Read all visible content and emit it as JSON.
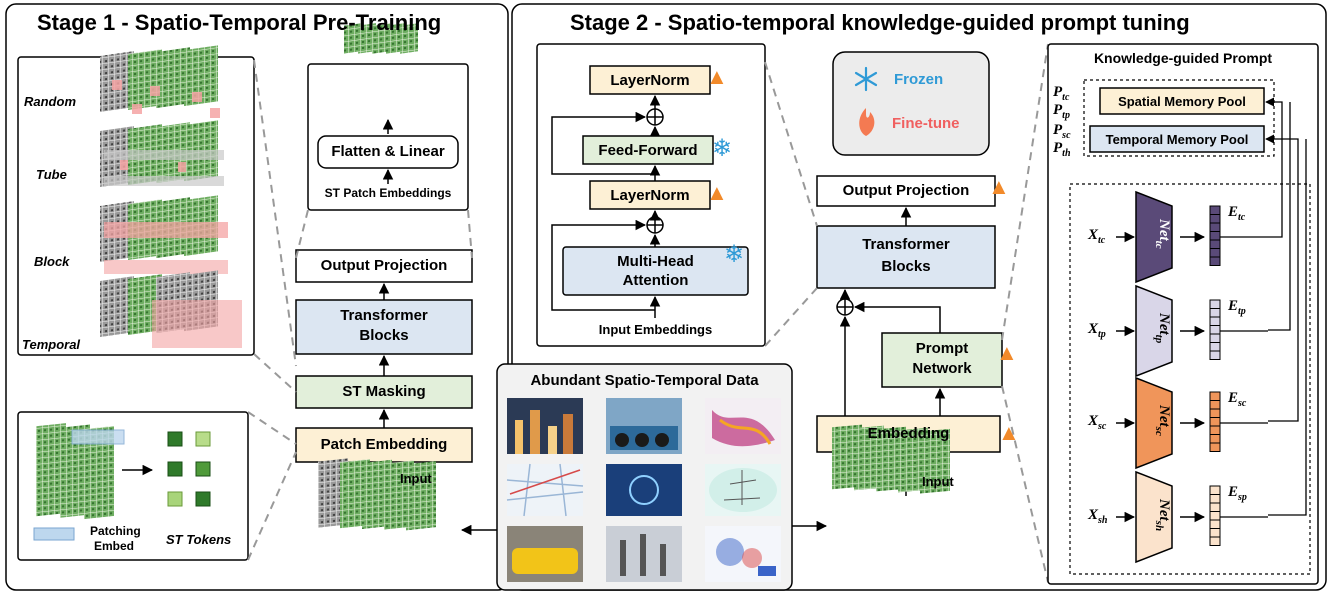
{
  "stage1": {
    "title": "Stage 1 - Spatio-Temporal Pre-Training",
    "masking_types": [
      "Random",
      "Tube",
      "Block",
      "Temporal"
    ],
    "flatten_linear": "Flatten & Linear",
    "st_patch_embeddings": "ST Patch Embeddings",
    "output_projection": "Output Projection",
    "transformer_blocks_l1": "Transformer",
    "transformer_blocks_l2": "Blocks",
    "st_masking": "ST Masking",
    "patch_embedding": "Patch Embedding",
    "input": "Input",
    "patching_embed_l1": "Patching",
    "patching_embed_l2": "Embed",
    "st_tokens": "ST Tokens"
  },
  "stage2": {
    "title": "Stage 2 - Spatio-temporal knowledge-guided prompt tuning",
    "layernorm": "LayerNorm",
    "feed_forward": "Feed-Forward",
    "mha_l1": "Multi-Head",
    "mha_l2": "Attention",
    "input_embeddings": "Input Embeddings",
    "legend_frozen": "Frozen",
    "legend_finetune": "Fine-tune",
    "output_projection": "Output Projection",
    "transformer_blocks_l1": "Transformer",
    "transformer_blocks_l2": "Blocks",
    "prompt_network_l1": "Prompt",
    "prompt_network_l2": "Network",
    "embedding": "Embedding",
    "input": "Input"
  },
  "data_panel": {
    "title": "Abundant Spatio-Temporal Data"
  },
  "prompt_panel": {
    "title": "Knowledge-guided Prompt",
    "spatial_pool": "Spatial Memory Pool",
    "temporal_pool": "Temporal Memory Pool",
    "p_labels": [
      {
        "base": "P",
        "sub": "tc"
      },
      {
        "base": "P",
        "sub": "tp"
      },
      {
        "base": "P",
        "sub": "sc"
      },
      {
        "base": "P",
        "sub": "th"
      }
    ],
    "nets": [
      {
        "x_base": "X",
        "x_sub": "tc",
        "net": "Net",
        "net_sub": "tc",
        "e_base": "E",
        "e_sub": "tc",
        "color": "#5a4a78"
      },
      {
        "x_base": "X",
        "x_sub": "tp",
        "net": "Net",
        "net_sub": "tp",
        "e_base": "E",
        "e_sub": "tp",
        "color": "#d9d6e8"
      },
      {
        "x_base": "X",
        "x_sub": "sc",
        "net": "Net",
        "net_sub": "sc",
        "e_base": "E",
        "e_sub": "sc",
        "color": "#f0955a"
      },
      {
        "x_base": "X",
        "x_sub": "sh",
        "net": "Net",
        "net_sub": "sh",
        "e_base": "E",
        "e_sub": "sp",
        "color": "#fbe3cc"
      }
    ]
  },
  "colors": {
    "blue_box": "#dce6f2",
    "green_box": "#e2efda",
    "yellow_box": "#fdf0d5",
    "frozen": "#2f9ad6",
    "finetune": "#f06060",
    "flame": "#f28a2a"
  }
}
